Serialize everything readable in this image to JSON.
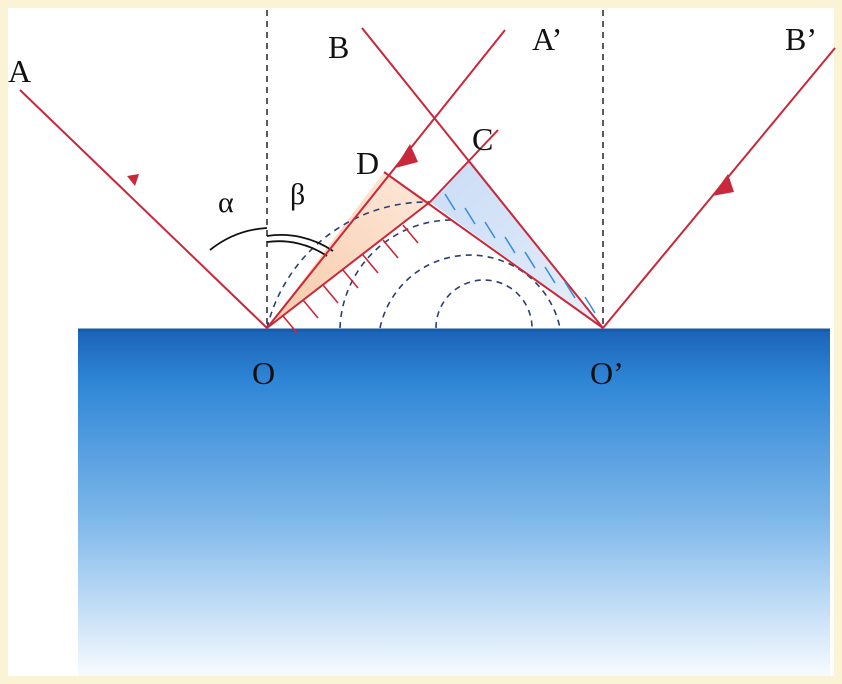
{
  "labels": {
    "A": "A",
    "B": "B",
    "A_prime": "A’",
    "B_prime": "B’",
    "C": "C",
    "D": "D",
    "O": "O",
    "O_prime": "O’",
    "alpha": "α",
    "beta": "β"
  },
  "colors": {
    "frame": "#fbf3d6",
    "ray": "#c8283a",
    "wavefront_red": "#c8283a",
    "wavefront_blue": "#3b8fd9",
    "water_top": "#1c6fc4",
    "water_bottom": "#ffffff",
    "normal_line": "#333333",
    "dashed_arc": "#2c3f70"
  }
}
